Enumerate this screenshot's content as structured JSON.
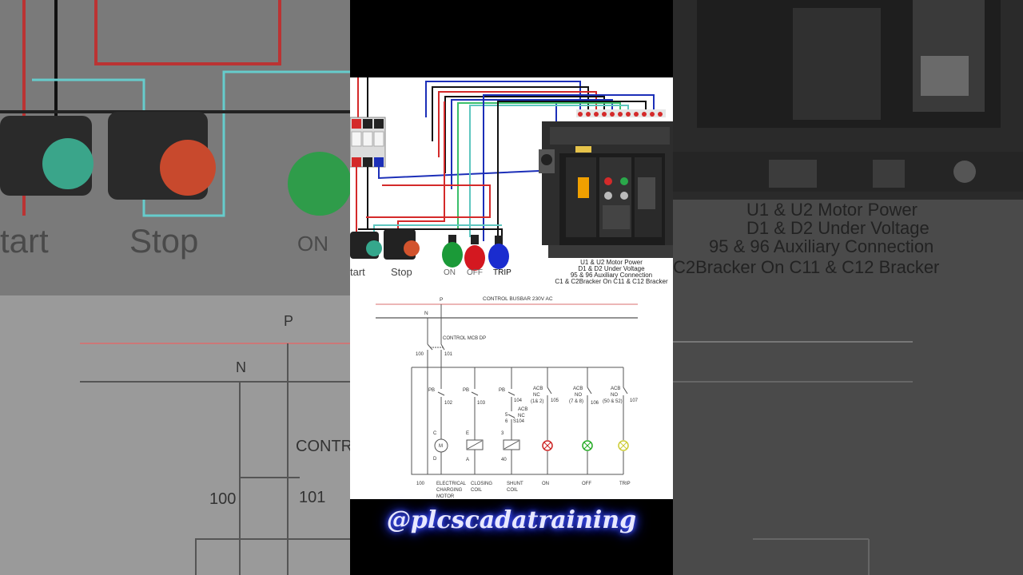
{
  "background_left": {
    "labels": [
      "tart",
      "Stop",
      "ON"
    ],
    "schematic": {
      "p": "P",
      "n": "N",
      "contr": "CONTR",
      "n100": "100",
      "n101": "101"
    }
  },
  "background_right": {
    "lines": [
      "U1 & U2  Motor Power",
      "D1 & D2 Under Voltage",
      "95 & 96 Auxiliary Connection",
      "C2Bracker On  C11 & C12 Bracker"
    ]
  },
  "photo": {
    "button_labels": {
      "start": "tart",
      "stop": "Stop"
    },
    "lamp_labels": {
      "on": "ON",
      "off": "OFF",
      "trip": "TRIP"
    },
    "acb_caption": [
      "U1 & U2  Motor Power",
      "D1 & D2 Under Voltage",
      "95 & 96 Auxiliary Connection",
      "C1 & C2Bracker On  C11 & C12 Bracker"
    ],
    "colors": {
      "red_wire": "#d42a2a",
      "blue_wire": "#1c2fb8",
      "green_wire": "#3bbf6b",
      "teal_wire": "#5fc6c0"
    }
  },
  "schematic": {
    "bus_title": "CONTROL BUSBAR 230V AC",
    "p": "P",
    "n": "N",
    "mcb_label": "CONTROL MCB DP",
    "n100": "100",
    "n101": "101",
    "branches": {
      "pb1": "PB",
      "w102": "102",
      "c": "C",
      "d": "D",
      "m": "M",
      "pb2": "PB",
      "w103": "103",
      "e": "E",
      "a": "A",
      "pb3": "PB",
      "w104": "104",
      "acb_a": "ACB",
      "nc_a": "NC",
      "s104": "S104",
      "t5": "5",
      "t6": "6",
      "t3": "3",
      "t40": "40",
      "acb1": "ACB",
      "nc1": "NC",
      "nc1_term": "(1& 2)",
      "w105": "105",
      "acb2": "ACB",
      "no2": "NO",
      "no2_term": "(7 & 8)",
      "w106": "106",
      "acb3": "ACB",
      "no3": "NO",
      "no3_term": "(50 & 52)",
      "w107": "107"
    },
    "bottom_labels": {
      "b100": "100",
      "motor": [
        "ELECTRICAL",
        "CHARGING",
        "MOTOR"
      ],
      "closing": [
        "CLOSING",
        "COIL"
      ],
      "shunt": [
        "SHUNT",
        "COIL"
      ],
      "on": "ON",
      "off": "OFF",
      "trip": "TRIP"
    }
  },
  "watermark": "@plcscadatraining"
}
